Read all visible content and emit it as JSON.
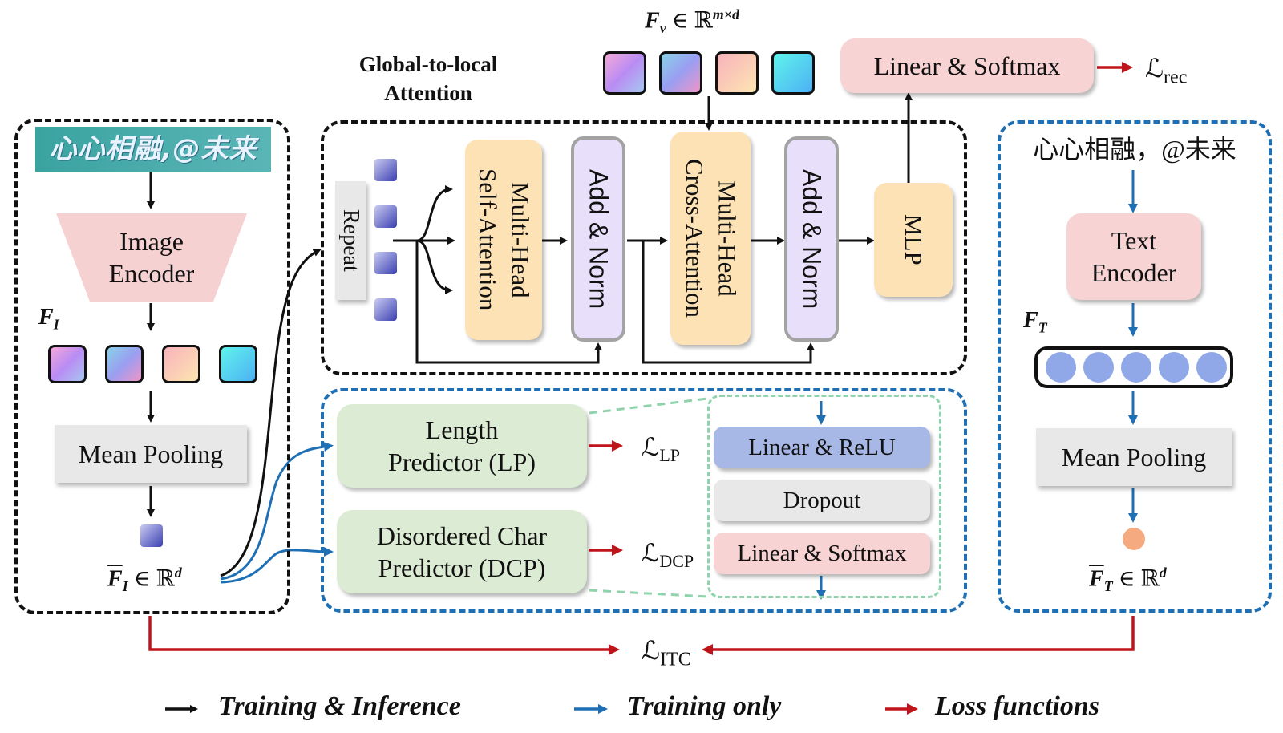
{
  "left_panel": {
    "ocr_image_text": "心心相融,@未来",
    "image_encoder": "Image\nEncoder",
    "fi_symbol": "F",
    "fi_sub": "I",
    "mean_pooling": "Mean Pooling",
    "fi_tilde_label": "F",
    "fi_tilde_sub": "I",
    "fi_tilde_space": " ∈ ℝ",
    "fi_tilde_sup": "d"
  },
  "top": {
    "fv_symbol": "F",
    "fv_sub": "v",
    "fv_space": " ∈ ℝ",
    "fv_sup": "m×d",
    "linear_softmax": "Linear & Softmax",
    "loss_rec_script": "ℒ",
    "loss_rec_sub": "rec"
  },
  "attention": {
    "title": "Global-to-local\nAttention",
    "repeat": "Repeat",
    "self_attention": "Multi-Head\nSelf-Attention",
    "add_norm_1": "Add & Norm",
    "cross_attention": "Multi-Head\nCross-Attention",
    "add_norm_2": "Add & Norm",
    "mlp": "MLP"
  },
  "predictors": {
    "lp": "Length\nPredictor (LP)",
    "dcp": "Disordered Char\nPredictor (DCP)",
    "loss_lp_script": "ℒ",
    "loss_lp_sub": "LP",
    "loss_dcp_script": "ℒ",
    "loss_dcp_sub": "DCP",
    "linear_relu": "Linear & ReLU",
    "dropout": "Dropout",
    "linear_softmax": "Linear & Softmax"
  },
  "right_panel": {
    "text": "心心相融，@未来",
    "text_encoder": "Text\nEncoder",
    "ft_symbol": "F",
    "ft_sub": "T",
    "mean_pooling": "Mean Pooling",
    "ft_tilde_label": "F",
    "ft_tilde_sub": "T",
    "ft_tilde_space": " ∈ ℝ",
    "ft_tilde_sup": "d"
  },
  "loss_itc_script": "ℒ",
  "loss_itc_sub": "ITC",
  "legend": {
    "training_inference": "Training & Inference",
    "training_only": "Training only",
    "loss_functions": "Loss functions"
  },
  "colors": {
    "black_arrow": "#111111",
    "blue_arrow": "#1f6fb5",
    "red_arrow": "#c0141c",
    "pink_block": "#f7d3d3",
    "green_block": "#dcebd3",
    "orange_block": "#fde2b5",
    "lavender_block": "#e8e0fb",
    "gray_block": "#e8e8e8",
    "blue_block": "#a8b8e6"
  }
}
